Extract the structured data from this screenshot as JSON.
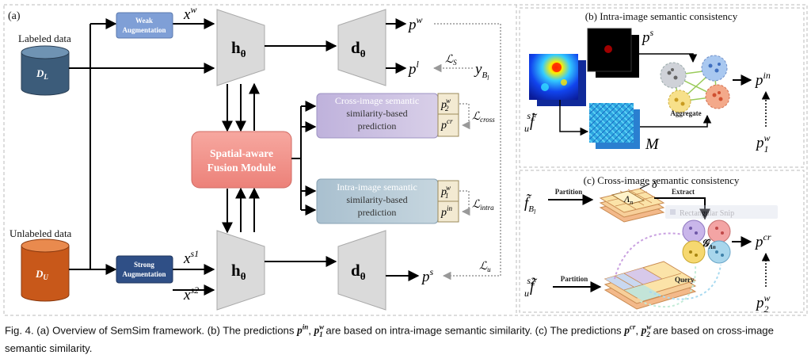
{
  "panel_a": {
    "label": "(a)",
    "labeled_data": "Labeled data",
    "unlabeled_data": "Unlabeled data",
    "db_labeled": {
      "base": "D",
      "sub": "L"
    },
    "db_unlabeled": {
      "base": "D",
      "sub": "U"
    },
    "weak_aug": [
      "Weak",
      "Augmentation"
    ],
    "strong_aug": [
      "Strong",
      "Augmentation"
    ],
    "encoder": {
      "base": "h",
      "sub": "θ"
    },
    "decoder": {
      "base": "d",
      "sub": "θ"
    },
    "x_w": {
      "base": "x",
      "sup": "w"
    },
    "x_s1": {
      "base": "x",
      "sup": "s1"
    },
    "x_s2": {
      "base": "x",
      "sup": "s2"
    },
    "p_w": {
      "base": "p",
      "sup": "w"
    },
    "p_l": {
      "base": "p",
      "sup": "l"
    },
    "p_s": {
      "base": "p",
      "sup": "s"
    },
    "y_bl": {
      "base": "y",
      "sub": "B",
      "subsub": "l"
    },
    "loss_s": {
      "base": "ℒ",
      "sub": "S"
    },
    "loss_u": {
      "base": "ℒ",
      "sub": "u"
    },
    "loss_cross": {
      "base": "ℒ",
      "sub": "cross"
    },
    "loss_intra": {
      "base": "ℒ",
      "sub": "intra"
    },
    "fusion": [
      "Spatial-aware",
      "Fusion Module"
    ],
    "cross_pred": [
      "Cross-image semantic",
      "similarity-based",
      "prediction"
    ],
    "intra_pred": [
      "Intra-image semantic",
      "similarity-based",
      "prediction"
    ],
    "p2_w": {
      "base": "p",
      "sub": "2",
      "sup": "w"
    },
    "p_cr": {
      "base": "p",
      "sup": "cr"
    },
    "p1_w": {
      "base": "p",
      "sub": "1",
      "sup": "w"
    },
    "p_in": {
      "base": "p",
      "sup": "in"
    }
  },
  "panel_b": {
    "title": "(b) Intra-image semantic consistency",
    "p_s": {
      "base": "p",
      "sup": "s"
    },
    "f_u_s1": {
      "base": "f̃",
      "sub": "u",
      "sup": "s1"
    },
    "M": "M",
    "aggregate": "Aggregate",
    "p_in": {
      "base": "p",
      "sup": "in"
    },
    "p1_w": {
      "base": "p",
      "sub": "1",
      "sup": "w"
    }
  },
  "panel_c": {
    "title": "(c) Cross-image semantic consistency",
    "f_bl": {
      "base": "f̃",
      "sub": "B",
      "subsub": "l"
    },
    "f_u_s2": {
      "base": "f̃",
      "sub": "u",
      "sup": "s2"
    },
    "partition_1": "Partition",
    "partition_2": "Partition",
    "extract": "Extract",
    "delta": "δ",
    "lambda_n": {
      "base": "Λ",
      "sub": "n"
    },
    "rect_snip": "Rectangular Snip",
    "g_lambda": {
      "base": "𝒢",
      "sub": "Λn"
    },
    "query": "Query",
    "p_cr": {
      "base": "p",
      "sup": "cr"
    },
    "p2_w": {
      "base": "p",
      "sub": "2",
      "sup": "w"
    }
  },
  "caption": {
    "prefix": "Fig. 4.   (a) Overview of SemSim framework. (b) The predictions ",
    "m1": "p",
    "m1_sup": "in",
    "comma1": ", ",
    "m2": "p",
    "m2_sub": "1",
    "m2_sup": "w",
    "mid": " are based on intra-image semantic similarity. (c) The predictions ",
    "m3": "p",
    "m3_sup": "cr",
    "comma2": ", ",
    "m4": "p",
    "m4_sub": "2",
    "m4_sup": "w",
    "suffix": " are based on cross-image semantic similarity."
  },
  "colors": {
    "weak_aug": "#7f9fd6",
    "strong_aug": "#2f4f86",
    "db_labeled": "#3c5c7a",
    "db_unlabeled": "#c8581a",
    "fusion": "#f0908a",
    "cross_pred": "#c9bfe0",
    "intra_pred": "#b7cbd6",
    "trapezoid": "#dadada"
  }
}
